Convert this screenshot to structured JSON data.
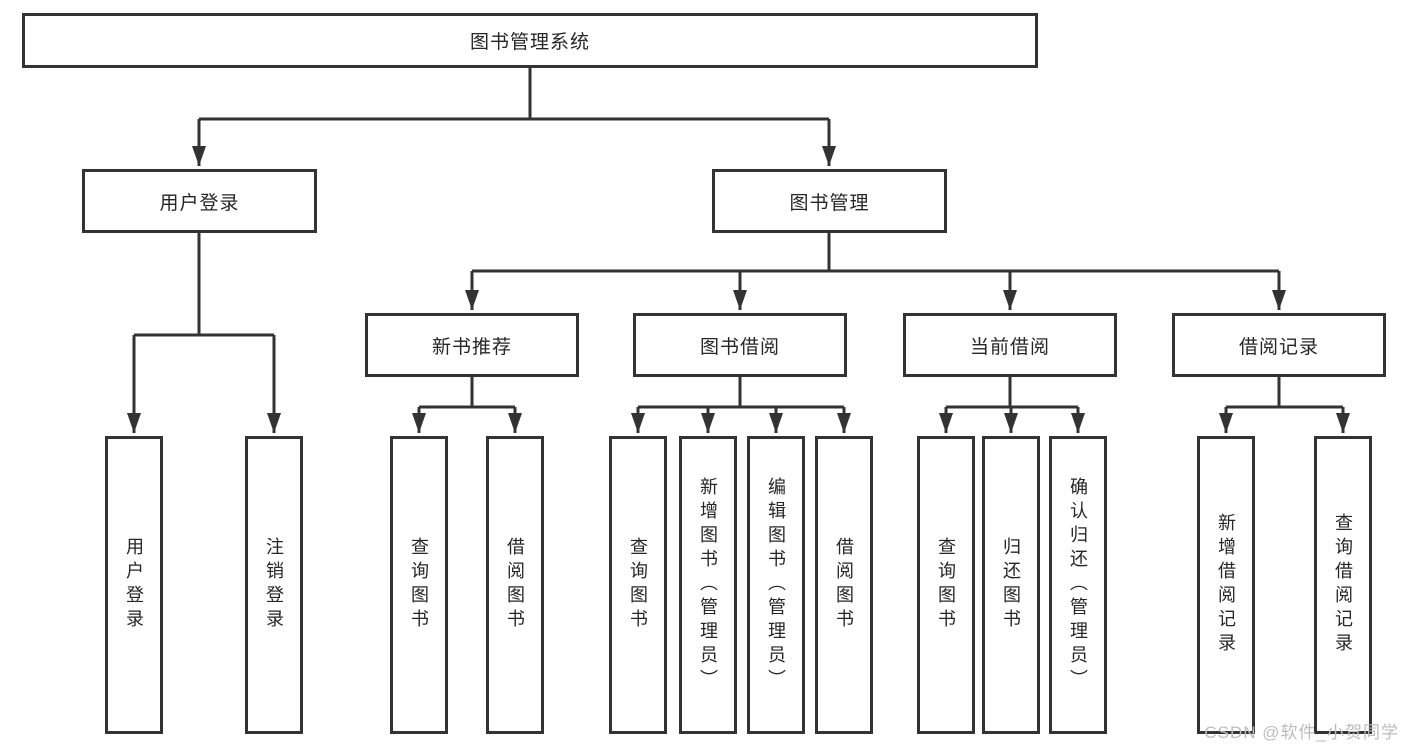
{
  "diagram": {
    "root": {
      "label": "图书管理系统"
    },
    "branches": {
      "user_login": {
        "label": "用户登录",
        "children": [
          "用户登录",
          "注销登录"
        ]
      },
      "book_management": {
        "label": "图书管理"
      },
      "new_book": {
        "label": "新书推荐",
        "children": [
          "查询图书",
          "借阅图书"
        ]
      },
      "book_borrow": {
        "label": "图书借阅",
        "children": [
          "查询图书",
          "新增图书（管理员）",
          "编辑图书（管理员）",
          "借阅图书"
        ]
      },
      "current_borrow": {
        "label": "当前借阅",
        "children": [
          "查询图书",
          "归还图书",
          "确认归还（管理员）"
        ]
      },
      "borrow_record": {
        "label": "借阅记录",
        "children": [
          "新增借阅记录",
          "查询借阅记录"
        ]
      }
    }
  },
  "watermark": {
    "text": "CSDN @软件_小贺同学"
  },
  "colors": {
    "line": "#333333",
    "box_border": "#333333",
    "text": "#262626",
    "watermark": "#bcbcbc",
    "background": "#ffffff"
  }
}
